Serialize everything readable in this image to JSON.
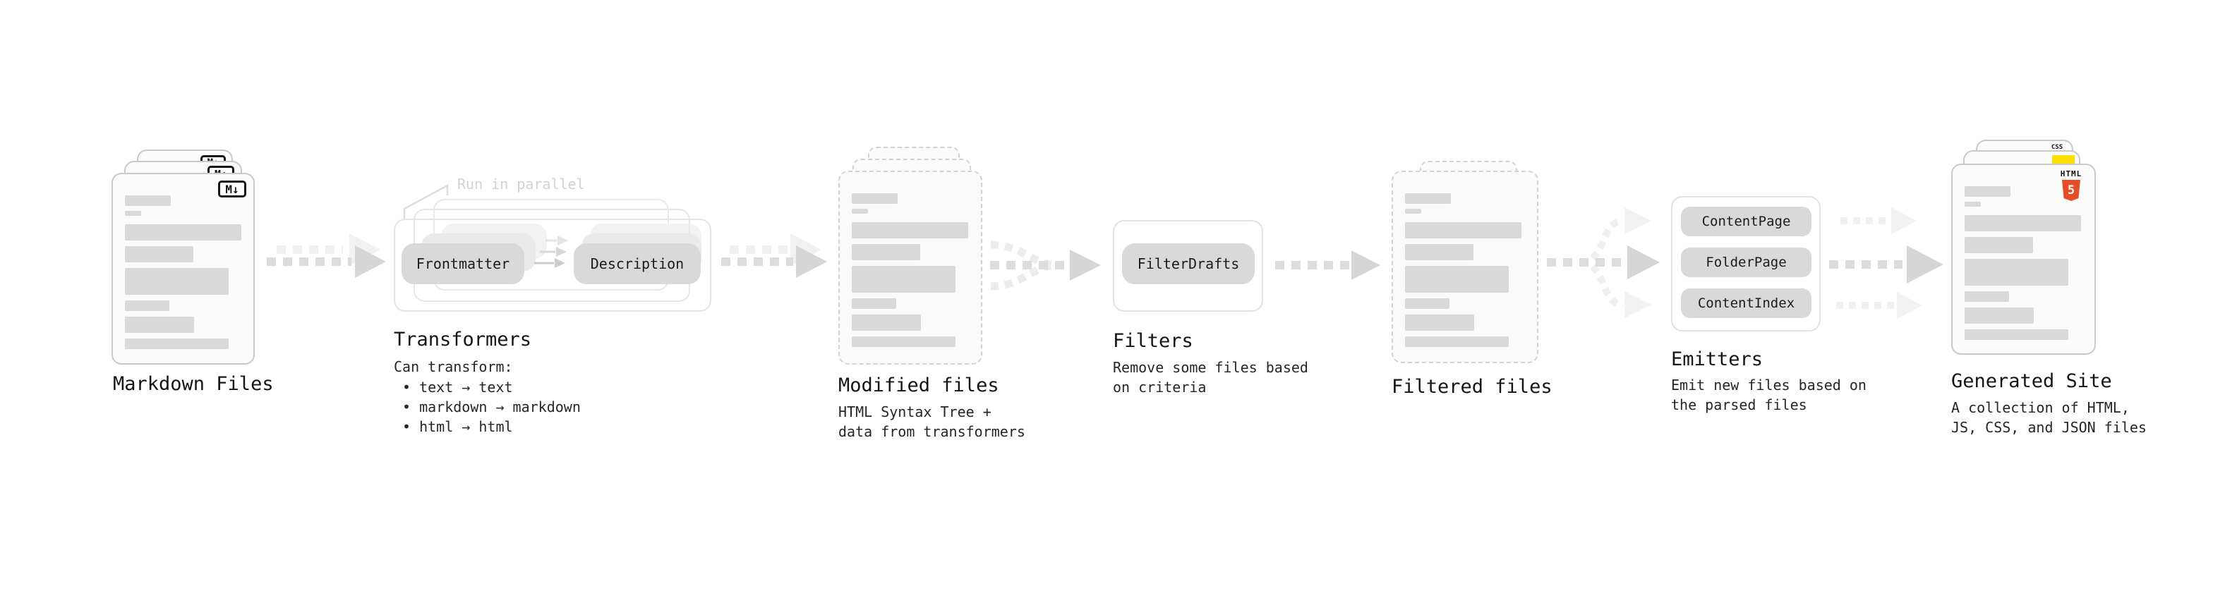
{
  "sections": {
    "markdown_files": {
      "label": "Markdown Files",
      "badge": "M↓"
    },
    "transformers": {
      "label": "Transformers",
      "annotation": "Run in parallel",
      "pill_frontmatter": "Frontmatter",
      "pill_description": "Description",
      "desc_heading": "Can transform:",
      "bullets": [
        "• text → text",
        "• markdown → markdown",
        "• html → html"
      ]
    },
    "modified_files": {
      "label": "Modified files",
      "desc_line1": "HTML Syntax Tree +",
      "desc_line2": "data from transformers"
    },
    "filters": {
      "label": "Filters",
      "pill": "FilterDrafts",
      "desc_line1": "Remove some files based",
      "desc_line2": "on criteria"
    },
    "filtered_files": {
      "label": "Filtered files"
    },
    "emitters": {
      "label": "Emitters",
      "pills": [
        "ContentPage",
        "FolderPage",
        "ContentIndex"
      ],
      "desc_line1": "Emit new files based on",
      "desc_line2": "the parsed files"
    },
    "generated_site": {
      "label": "Generated Site",
      "desc_line1": "A collection of HTML,",
      "desc_line2": "JS, CSS, and JSON files",
      "badge_html_label": "HTML",
      "badge_html_number": "5",
      "badge_css": "CSS"
    }
  },
  "colors": {
    "background": "#ffffff",
    "doc_fill": "#fbfbfb",
    "doc_border": "#c9c9c9",
    "dashed_border": "#d2d2d2",
    "placeholder_bar": "#d9d9d9",
    "pill_fill": "#d9d9d9",
    "outline_box": "#e4e4e4",
    "arrow_dash": "#dcdcdc",
    "arrow_head": "#d6d6d6",
    "arrow_ghost": "#f0f0f0",
    "annotation_text": "#d2d2d2",
    "title_text": "#151515",
    "body_text": "#262626",
    "html5_orange": "#e44d26",
    "js_yellow": "#ffdf00",
    "css_blue": "#2962f5"
  }
}
